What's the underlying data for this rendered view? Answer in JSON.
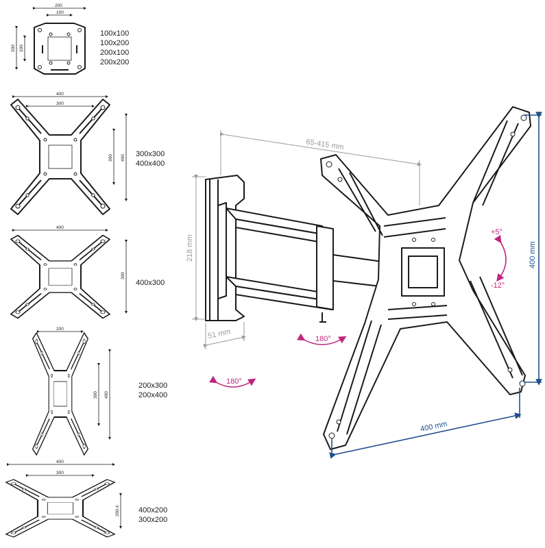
{
  "colors": {
    "ink": "#1a1a1a",
    "dimension_grey": "#9a9a9a",
    "dimension_blue": "#1f4e8c",
    "rotation_pink": "#c0267e"
  },
  "panels": [
    {
      "dims": [
        "200",
        "100",
        "200",
        "100"
      ],
      "specs": [
        "100x100",
        "100x200",
        "200x100",
        "200x200"
      ]
    },
    {
      "dims": [
        "400",
        "300",
        "300",
        "400"
      ],
      "specs": [
        "300x300",
        "400x400"
      ]
    },
    {
      "dims": [
        "400",
        "300"
      ],
      "specs": [
        "400x300"
      ]
    },
    {
      "dims": [
        "200",
        "300",
        "400"
      ],
      "specs": [
        "200x300",
        "200x400"
      ]
    },
    {
      "dims": [
        "400",
        "300",
        "200.4"
      ],
      "specs": [
        "400x200",
        "300x200"
      ]
    }
  ],
  "main": {
    "reach": "65-415 mm",
    "wall_height": "218 mm",
    "wall_depth": "51 mm",
    "vesa_width": "400 mm",
    "vesa_height": "400 mm",
    "tilt_up": "+5°",
    "tilt_down": "-12°",
    "swivel_arm": "180°",
    "swivel_wall": "180°"
  }
}
